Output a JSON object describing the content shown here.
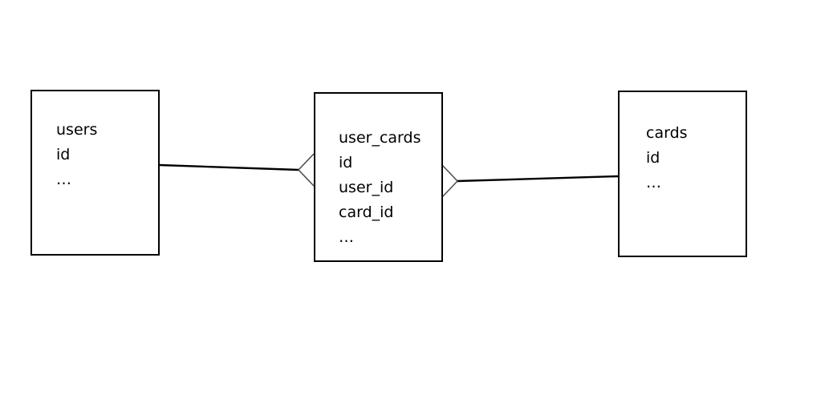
{
  "diagram": {
    "title": "entity-relationship-diagram",
    "background_color": "#ffffff",
    "line_color": "#000000",
    "text_color": "#000000",
    "entities": [
      {
        "id": "users",
        "name": "users",
        "fields": [
          "users",
          "id",
          "…"
        ],
        "field_0": "users",
        "field_1": "id",
        "field_2": "…"
      },
      {
        "id": "user_cards",
        "name": "user_cards",
        "fields": [
          "user_cards",
          "id",
          "user_id",
          "card_id",
          "…"
        ],
        "field_0": "user_cards",
        "field_1": "id",
        "field_2": "user_id",
        "field_3": "card_id",
        "field_4": "…"
      },
      {
        "id": "cards",
        "name": "cards",
        "fields": [
          "cards",
          "id",
          "…"
        ],
        "field_0": "cards",
        "field_1": "id",
        "field_2": "…"
      }
    ],
    "relationships": [
      {
        "id": "users-to-user-cards",
        "from": "users",
        "to": "user_cards",
        "from_cardinality": "one",
        "to_cardinality": "many",
        "to_notation": "crows-foot"
      },
      {
        "id": "user-cards-to-cards",
        "from": "cards",
        "to": "user_cards",
        "from_cardinality": "one",
        "to_cardinality": "many",
        "to_notation": "crows-foot"
      }
    ]
  }
}
